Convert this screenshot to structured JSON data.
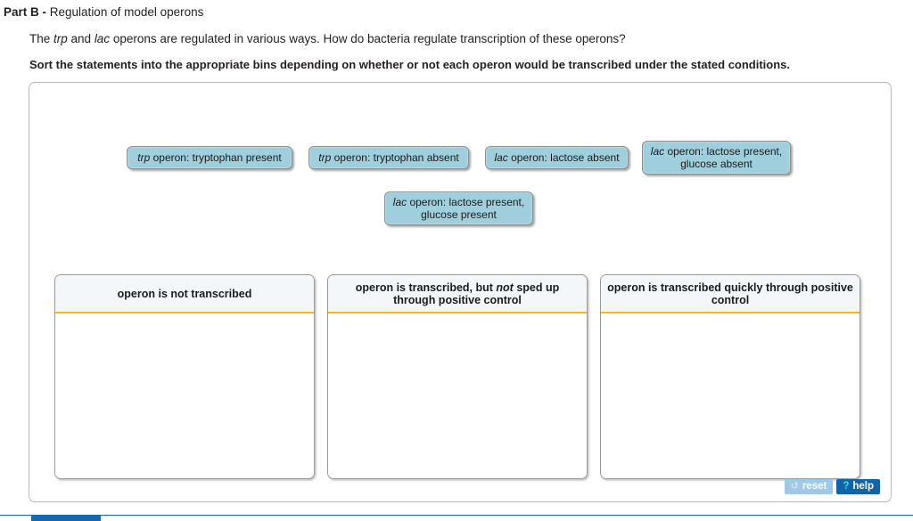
{
  "header": {
    "part_label": "Part B -",
    "part_title": "Regulation of model operons",
    "question_pre": "The ",
    "question_gene1": "trp",
    "question_mid": " and ",
    "question_gene2": "lac",
    "question_post": " operons are regulated in various ways. How do bacteria regulate transcription of these operons?",
    "instruction": "Sort the statements into the appropriate bins depending on whether or not each operon would be transcribed under the stated conditions."
  },
  "tiles": [
    {
      "name": "tile-trp-tryptophan-present",
      "gene": "trp",
      "text": " operon: tryptophan present",
      "full_text": "trp operon: tryptophan present"
    },
    {
      "name": "tile-trp-tryptophan-absent",
      "gene": "trp",
      "text": " operon: tryptophan absent",
      "full_text": "trp operon: tryptophan absent"
    },
    {
      "name": "tile-lac-lactose-absent",
      "gene": "lac",
      "text": " operon: lactose absent",
      "full_text": "lac operon: lactose absent"
    },
    {
      "name": "tile-lac-lactose-present-glucose-absent",
      "gene": "lac",
      "text": " operon: lactose present, glucose absent",
      "full_text": "lac operon: lactose present, glucose absent"
    },
    {
      "name": "tile-lac-lactose-present-glucose-present",
      "gene": "lac",
      "text": " operon: lactose present, glucose present",
      "full_text": "lac operon: lactose present, glucose present"
    }
  ],
  "bins": [
    {
      "name": "bin-not-transcribed",
      "title": "operon is not transcribed",
      "title_pre": "operon is not transcribed",
      "title_em": "",
      "title_post": "",
      "items": []
    },
    {
      "name": "bin-transcribed-not-sped-up",
      "title": "operon is transcribed, but not sped up through positive control",
      "title_pre": "operon is transcribed, but ",
      "title_em": "not",
      "title_post": " sped up through positive control",
      "items": []
    },
    {
      "name": "bin-transcribed-quickly",
      "title": "operon is transcribed quickly through positive control",
      "title_pre": "operon is transcribed quickly through positive control",
      "title_em": "",
      "title_post": "",
      "items": []
    }
  ],
  "controls": {
    "reset_label": "reset",
    "reset_glyph": "↺",
    "help_label": "help",
    "help_glyph": "?"
  },
  "colors": {
    "tile_fill": "#9fcfdd",
    "bin_header_fill": "#f3f7fa",
    "bin_divider": "#f5b51b",
    "help_button": "#1263a8",
    "reset_button": "#9fc9e4",
    "panel_border": "#b9b9b9",
    "bottom_accent": "#1f5fa8"
  }
}
